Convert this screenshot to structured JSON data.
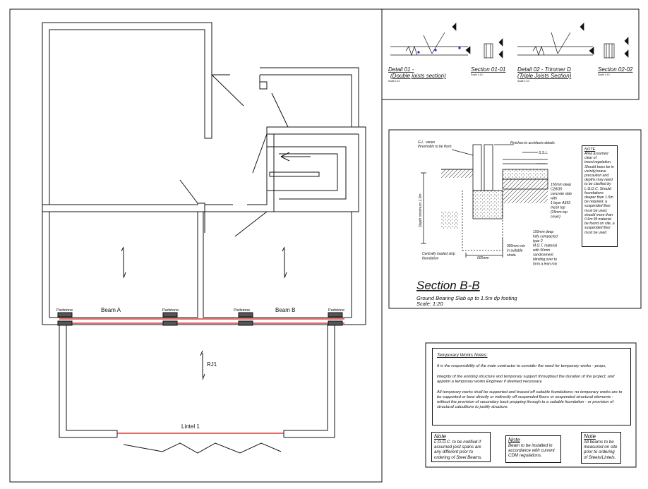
{
  "plan": {
    "beam_a": "Beam A",
    "beam_b": "Beam B",
    "padstone": "Padstone",
    "rj1": "RJ1",
    "lintel": "Lintel 1"
  },
  "details": {
    "detail01_title": "Detail 01 -",
    "detail01_sub": "(Double joists section)",
    "detail01_scale": "Scale 1:10",
    "section0101_title": "Section 01-01",
    "section0101_scale": "Scale 1:10",
    "detail02_title": "Detail 02 - Trimmer D",
    "detail02_sub": "(Triple Joists Section)",
    "detail02_scale": "Scale 1:10",
    "section0202_title": "Section 02-02",
    "section0202_scale": "Scale 1:10"
  },
  "section_bb": {
    "title": "Section B-B",
    "subtitle": "Ground Bearing Slab up to 1.5m dp footing",
    "scale": "Scale: 1:20",
    "gl_note_1": "G.L. varies",
    "gl_note_2": "thresholds to be flush",
    "finishes": "Finishes to architects details",
    "ssl": "S.S.L.",
    "slab_1": "150mm deep",
    "slab_2": "C28/35",
    "slab_3": "concrete slab",
    "slab_4": "with",
    "slab_5": "1 layer A393",
    "slab_6": "mesh top",
    "slab_7": "(25mm top",
    "slab_8": "cover)",
    "depth": "Depth minimum 1.0m",
    "comp_1": "150mm deep",
    "comp_2": "fully compacted",
    "comp_3": "type 2",
    "comp_4": "M.O.T. material",
    "comp_5": "with 50mm",
    "comp_6": "sand/cement",
    "comp_7": "blinding over to",
    "comp_8": "form a lean mix",
    "strip_1": "Centrally loaded strip",
    "strip_2": "foundation",
    "width": "600mm",
    "strata_1": "300mm min",
    "strata_2": "in suitable",
    "strata_3": "strata",
    "note_title": "NOTE",
    "note_lines": "Area assumed clear of trees/vegetation. Should trees be in vicinity,heave precaution and depths may need to be clarified by L.G.D.C. Should foundations deeper than 1.5m be required, a suspended floor must be used. should more than 0.6m fill material be found on site, a suspended floor must be used"
  },
  "temporary_works": {
    "title": "Temporary Works Notes:",
    "p1": "It is the responsibility of the main contractor to consider the need for temporary works - props,",
    "p2": "integrity of the existing structure and temporary support throughout the duration of the project; and appoint a temporary works Engineer if deemed necessary.",
    "p3": "All temporary works shall be supported and braced off suitable foundations; no temporary works are to be supported or bear directly or indirectly off suspended floors or suspended structural elements - without the provision of secondary back propping through to a suitable foundation - or provision of structural calcultions to justify structure."
  },
  "notes": [
    {
      "title": "Note",
      "body": "L.G.D.C. to be notified if assumed joist spans are any different prior to ordering of Steel Beams."
    },
    {
      "title": "Note",
      "body": "Beam to be installed in accordance with current CDM regulations."
    },
    {
      "title": "Note",
      "body": "All beams to be measured on site prior to ordering of Steels/Lintels."
    }
  ],
  "colors": {
    "line": "#111111",
    "beam": "#d11414",
    "hatch": "#444444",
    "accent_blue": "#1d2bd8"
  }
}
